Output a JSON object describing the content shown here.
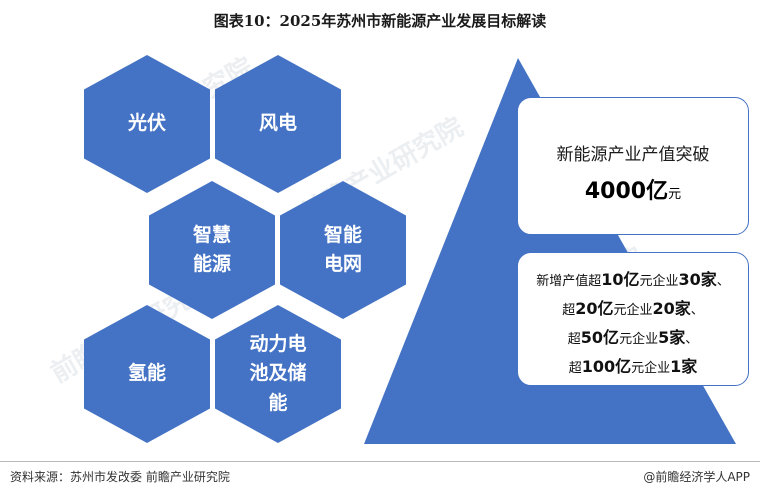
{
  "title": "图表10：2025年苏州市新能源产业发展目标解读",
  "hexagons": [
    {
      "lines": [
        "光伏"
      ]
    },
    {
      "lines": [
        "风电"
      ]
    },
    {
      "lines": [
        "智慧",
        "能源"
      ]
    },
    {
      "lines": [
        "智能",
        "电网"
      ]
    },
    {
      "lines": [
        "氢能"
      ]
    },
    {
      "lines": [
        "动力电",
        "池及储",
        "能"
      ]
    }
  ],
  "target_box": {
    "line1": "新能源产业产值突破",
    "number": "4000亿",
    "unit": "元"
  },
  "enterprise_box": {
    "row1": [
      "新增产值超",
      "10亿",
      "元企业",
      "30家",
      "、"
    ],
    "row2": [
      "超",
      "20亿",
      "元企业",
      "20家",
      "、"
    ],
    "row3": [
      "超",
      "50亿",
      "元企业",
      "5家",
      "、"
    ],
    "row4": [
      "超",
      "100亿",
      "元企业",
      "1家",
      ""
    ]
  },
  "watermark": "前瞻产业研究院",
  "footer": {
    "source": "资料来源：苏州市发改委 前瞻产业研究院",
    "brand": "@前瞻经济学人APP"
  },
  "colors": {
    "primary": "#4472c4",
    "background": "#ffffff"
  }
}
